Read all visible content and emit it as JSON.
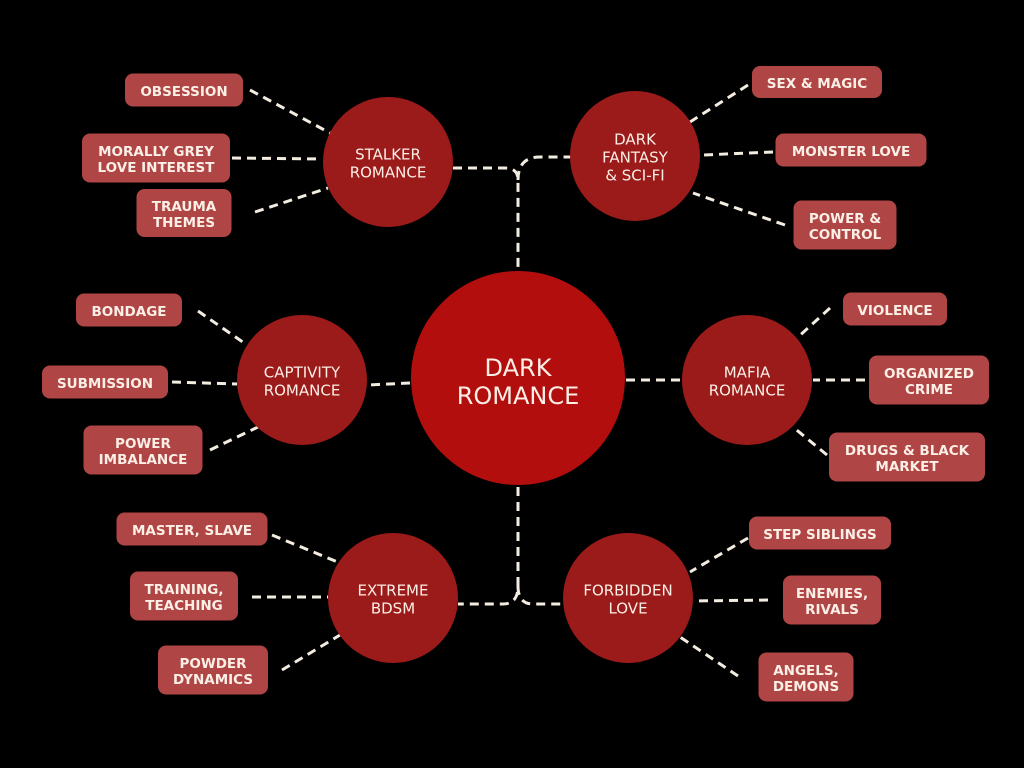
{
  "colors": {
    "background": "#000000",
    "center": "#b20e0e",
    "category": "#9b1a1a",
    "pill": "#b04545",
    "line": "#f3ece0"
  },
  "center": {
    "lines": [
      "DARK",
      "ROMANCE"
    ]
  },
  "categories": [
    {
      "id": "stalker",
      "lines": [
        "STALKER",
        "ROMANCE"
      ],
      "tags": [
        {
          "lines": [
            "OBSESSION"
          ]
        },
        {
          "lines": [
            "MORALLY GREY",
            "LOVE INTEREST"
          ]
        },
        {
          "lines": [
            "TRAUMA",
            "THEMES"
          ]
        }
      ]
    },
    {
      "id": "dark-fantasy",
      "lines": [
        "DARK",
        "FANTASY",
        "& SCI-FI"
      ],
      "tags": [
        {
          "lines": [
            "SEX & MAGIC"
          ]
        },
        {
          "lines": [
            "MONSTER LOVE"
          ]
        },
        {
          "lines": [
            "POWER &",
            "CONTROL"
          ]
        }
      ]
    },
    {
      "id": "captivity",
      "lines": [
        "CAPTIVITY",
        "ROMANCE"
      ],
      "tags": [
        {
          "lines": [
            "BONDAGE"
          ]
        },
        {
          "lines": [
            "SUBMISSION"
          ]
        },
        {
          "lines": [
            "POWER",
            "IMBALANCE"
          ]
        }
      ]
    },
    {
      "id": "mafia",
      "lines": [
        "MAFIA",
        "ROMANCE"
      ],
      "tags": [
        {
          "lines": [
            "VIOLENCE"
          ]
        },
        {
          "lines": [
            "ORGANIZED",
            "CRIME"
          ]
        },
        {
          "lines": [
            "DRUGS & BLACK",
            "MARKET"
          ]
        }
      ]
    },
    {
      "id": "extreme-bdsm",
      "lines": [
        "EXTREME",
        "BDSM"
      ],
      "tags": [
        {
          "lines": [
            "MASTER, SLAVE"
          ]
        },
        {
          "lines": [
            "TRAINING,",
            "TEACHING"
          ]
        },
        {
          "lines": [
            "POWDER",
            "DYNAMICS"
          ]
        }
      ]
    },
    {
      "id": "forbidden",
      "lines": [
        "FORBIDDEN",
        "LOVE"
      ],
      "tags": [
        {
          "lines": [
            "STEP SIBLINGS"
          ]
        },
        {
          "lines": [
            "ENEMIES,",
            "RIVALS"
          ]
        },
        {
          "lines": [
            "ANGELS,",
            "DEMONS"
          ]
        }
      ]
    }
  ]
}
